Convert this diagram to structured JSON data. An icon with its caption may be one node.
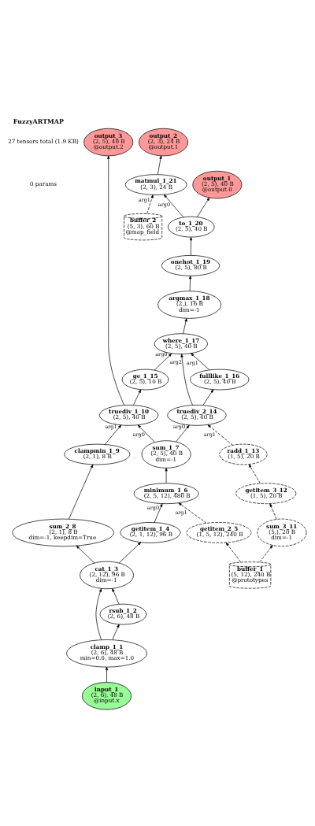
{
  "diagram": {
    "title": "FuzzyARTMAP",
    "nodes": [
      {
        "text": [
          "output_3",
          "(2, 5), 40 B",
          "@output.2"
        ]
      },
      {
        "text": [
          "output_2",
          "(2, 3), 24 B",
          "@output.1"
        ]
      },
      {
        "text": [
          "matmul_1_21",
          "(2, 3), 24 B"
        ]
      },
      {
        "text": [
          "output_1",
          "(2, 5), 40 B",
          "@output.0"
        ]
      },
      {
        "text": [
          "buffer_2",
          "(5, 3), 60 B",
          "@map_field"
        ]
      },
      {
        "text": [
          "to_1_20",
          "(2, 5), 40 B"
        ]
      },
      {
        "text": [
          "onehot_1_19",
          "(2, 5), 80 B"
        ]
      },
      {
        "text": [
          "argmax_1_18",
          "(2,), 16 B",
          "dim=-1"
        ]
      },
      {
        "text": [
          "where_1_17",
          "(2, 5), 40 B"
        ]
      },
      {
        "text": [
          "ge_1_15",
          "(2, 5), 10 B"
        ]
      },
      {
        "text": [
          "fulllike_1_16",
          "(2, 5), 40 B"
        ]
      },
      {
        "text": [
          "truediv_1_10",
          "(2, 5), 40 B"
        ]
      },
      {
        "text": [
          "truediv_2_14",
          "(2, 5), 40 B"
        ]
      },
      {
        "text": [
          "clampmin_1_9",
          "(2, 1), 8 B"
        ]
      },
      {
        "text": [
          "sum_1_7",
          "(2, 5), 40 B",
          "dim=-1"
        ]
      },
      {
        "text": [
          "radd_1_13",
          "(1, 5), 20 B"
        ]
      },
      {
        "text": [
          "minimum_1_6",
          "(2, 5, 12), 480 B"
        ]
      },
      {
        "text": [
          "getitem_3_12",
          "(1, 5), 20 B"
        ]
      },
      {
        "text": [
          "getitem_1_4",
          "(2, 1, 12), 96 B"
        ]
      },
      {
        "text": [
          "sum_2_8",
          "(2, 1), 8 B",
          "dim=-1, keepdim=True"
        ]
      },
      {
        "text": [
          "getitem_2_5",
          "(1, 5, 12), 240 B"
        ]
      },
      {
        "text": [
          "sum_3_11",
          "(5,), 20 B",
          "dim=-1"
        ]
      },
      {
        "text": [
          "cat_1_3",
          "(2, 12), 96 B",
          "dim=-1"
        ]
      },
      {
        "text": [
          "buffer_1",
          "(5, 12), 240 B",
          "@prototypes"
        ]
      },
      {
        "text": [
          "rsub_1_2",
          "(2, 6), 48 B"
        ]
      },
      {
        "text": [
          "clamp_1_1",
          "(2, 6), 48 B",
          "min=0.0, max=1.0"
        ]
      },
      {
        "text": [
          "input_1",
          "(2, 6), 48 B",
          "@input.x"
        ]
      }
    ],
    "edges": [
      {
        "from": 26,
        "to": 25,
        "arrow": "to"
      },
      {
        "from": 25,
        "to": 24,
        "arrow": "to"
      },
      {
        "from": 25,
        "to": 22,
        "arrow": "to"
      },
      {
        "from": 24,
        "to": 22,
        "arrow": "to"
      },
      {
        "from": 22,
        "to": 18,
        "arrow": "to"
      },
      {
        "from": 22,
        "to": 19,
        "arrow": "to"
      },
      {
        "from": 23,
        "to": 20,
        "arrow": "to",
        "style": "dashed"
      },
      {
        "from": 23,
        "to": 21,
        "arrow": "to",
        "style": "dashed"
      },
      {
        "from": 18,
        "to": 16,
        "arrow": "to",
        "label": "arg0"
      },
      {
        "from": 20,
        "to": 16,
        "arrow": "to",
        "label": "arg1",
        "style": "dashed"
      },
      {
        "from": 16,
        "to": 14,
        "arrow": "to"
      },
      {
        "from": 19,
        "to": 13,
        "arrow": "to"
      },
      {
        "from": 13,
        "to": 11,
        "arrow": "to",
        "label": "arg1"
      },
      {
        "from": 14,
        "to": 11,
        "arrow": "to",
        "label": "arg0"
      },
      {
        "from": 21,
        "to": 17,
        "arrow": "to",
        "style": "dashed"
      },
      {
        "from": 17,
        "to": 15,
        "arrow": "to",
        "style": "dashed"
      },
      {
        "from": 14,
        "to": 12,
        "arrow": "to",
        "label": "arg0"
      },
      {
        "from": 15,
        "to": 12,
        "arrow": "to",
        "label": "arg1",
        "style": "dashed"
      },
      {
        "from": 11,
        "to": 9,
        "arrow": "to"
      },
      {
        "from": 12,
        "to": 10,
        "arrow": "to"
      },
      {
        "from": 9,
        "to": 8,
        "arrow": "to",
        "label": "arg0"
      },
      {
        "from": 10,
        "to": 8,
        "arrow": "to",
        "label": "arg1"
      },
      {
        "from": 12,
        "to": 8,
        "arrow": "to",
        "label": "arg2"
      },
      {
        "from": 8,
        "to": 7,
        "arrow": "to"
      },
      {
        "from": 7,
        "to": 6,
        "arrow": "to"
      },
      {
        "from": 6,
        "to": 5,
        "arrow": "to"
      },
      {
        "from": 4,
        "to": 2,
        "arrow": "to",
        "label": "arg1",
        "style": "dashed"
      },
      {
        "from": 5,
        "to": 2,
        "arrow": "to",
        "label": "arg0"
      },
      {
        "from": 2,
        "to": 1,
        "arrow": "to"
      },
      {
        "from": 5,
        "to": 3,
        "arrow": "to"
      },
      {
        "from": 11,
        "to": 0,
        "arrow": "to"
      }
    ],
    "labels": [
      "27 tensors total (1.9 KB)",
      "0 params"
    ]
  }
}
